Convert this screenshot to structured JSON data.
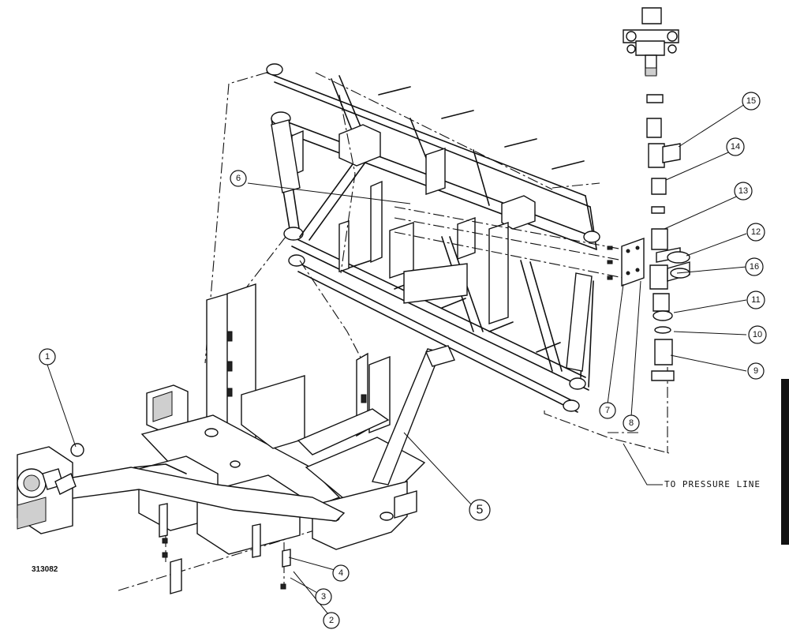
{
  "drawing_number": "313082",
  "note": "TO PRESSURE LINE",
  "callouts": [
    "1",
    "2",
    "3",
    "4",
    "5",
    "6",
    "7",
    "8",
    "9",
    "10",
    "11",
    "12",
    "13",
    "14",
    "15",
    "16"
  ]
}
